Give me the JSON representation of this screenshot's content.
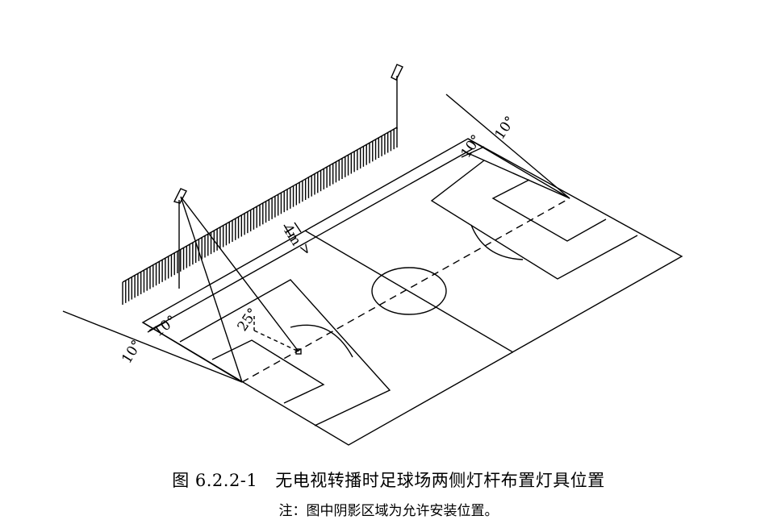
{
  "diagram": {
    "labels": {
      "angle_top_inner": "10°",
      "angle_top_outer": "10°",
      "angle_bottom_inner": "10°",
      "angle_bottom_outer": "10°",
      "angle_pole": "25°",
      "distance": "4m",
      "distance_symbol": ">"
    }
  },
  "caption": {
    "number": "图 6.2.2-1",
    "title": "无电视转播时足球场两侧灯杆布置灯具位置"
  },
  "note": "注：图中阴影区域为允许安装位置。"
}
